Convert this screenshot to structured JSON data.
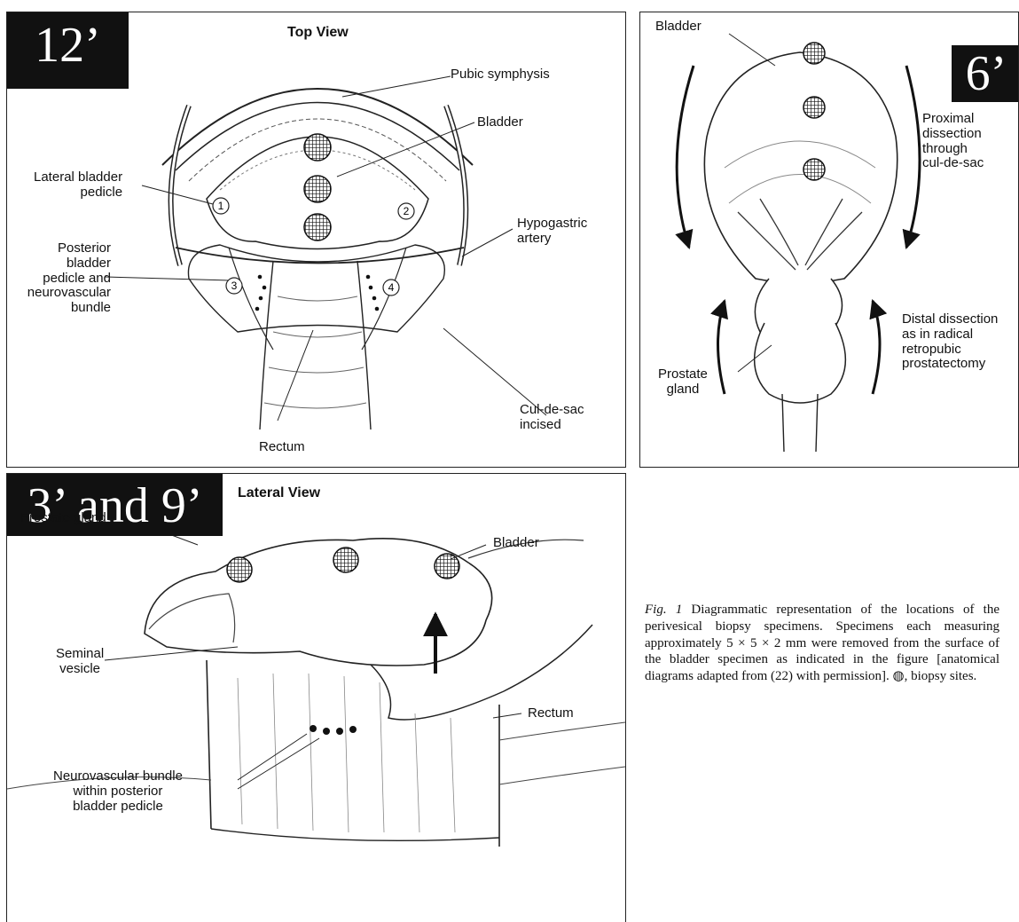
{
  "top_view": {
    "badge": "12’",
    "title": "Top View",
    "labels": {
      "pubic": "Pubic symphysis",
      "bladder": "Bladder",
      "lateral": "Lateral bladder\npedicle",
      "posterior": "Posterior\nbladder\npedicle and\nneurovascular\nbundle",
      "hypogastric": "Hypogastric\nartery",
      "culdesac": "Cul-de-sac\nincised",
      "rectum": "Rectum"
    },
    "numbers": [
      "1",
      "2",
      "3",
      "4"
    ]
  },
  "six_view": {
    "badge": "6’",
    "labels": {
      "bladder": "Bladder",
      "proximal": "Proximal\ndissection\nthrough\ncul-de-sac",
      "distal": "Distal dissection\nas in radical\nretropubic\nprostatectomy",
      "prostate": "Prostate\ngland"
    }
  },
  "lateral_view": {
    "badge": "3’ and 9’",
    "title": "Lateral View",
    "labels": {
      "prostate": "Prostate gland",
      "bladder": "Bladder",
      "seminal": "Seminal\nvesicle",
      "rectum": "Rectum",
      "nvb": "Neurovascular bundle\nwithin posterior\nbladder pedicle"
    }
  },
  "caption": {
    "fig": "Fig. 1",
    "text": "Diagrammatic representation of the locations of the perivesical biopsy specimens. Specimens each measuring approximately 5 × 5 × 2 mm were removed from the surface of the bladder specimen as indicated in the figure [anatomical diagrams adapted from (22) with permission]. ◍, biopsy sites."
  }
}
